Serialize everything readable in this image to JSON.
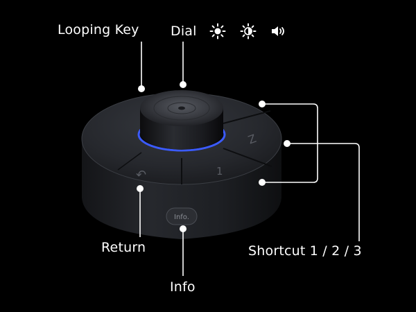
{
  "labels": {
    "looping_key": "Looping Key",
    "dial": "Dial",
    "return": "Return",
    "info": "Info",
    "shortcut": "Shortcut 1 / 2 / 3"
  },
  "device": {
    "info_button_text": "Info.",
    "key_1": "1",
    "key_2": "Z",
    "return_glyph": "↶"
  },
  "icons": {
    "brightness": "sun-icon",
    "contrast": "contrast-icon",
    "volume": "speaker-icon"
  },
  "colors": {
    "background": "#000000",
    "text": "#ffffff",
    "accent_ring": "#3b5bff",
    "device_body": "#1e2024"
  }
}
